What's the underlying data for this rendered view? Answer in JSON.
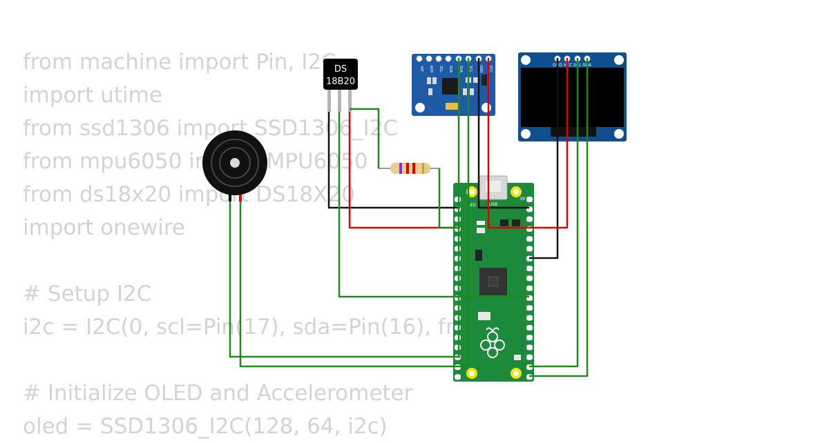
{
  "code_lines": [
    "from machine import Pin, I2C",
    "import utime",
    "from ssd1306 import SSD1306_I2C",
    "from mpu6050 import MPU6050",
    "from ds18x20 import DS18X20",
    "import onewire",
    "",
    "# Setup I2C",
    "i2c = I2C(0, scl=Pin(17), sda=Pin(16), freq=",
    "",
    "# Initialize OLED and Accelerometer",
    "oled = SSD1306_I2C(128, 64, i2c)"
  ],
  "components": {
    "ds18b20": {
      "line1": "DS",
      "line2": "18B20"
    },
    "mpu6050": {
      "pins": [
        "INT",
        "AD0",
        "XCL",
        "XDA",
        "SDA",
        "SCL",
        "GND",
        "VCC"
      ]
    },
    "oled": {
      "pins": [
        "GND",
        "VCC",
        "SCL",
        "SDA"
      ],
      "pin_label": "GND VCC SCL SDA"
    },
    "pico": {
      "usb_label": "USB",
      "led_label": "LED",
      "pin_label": "39"
    }
  },
  "colors": {
    "wire_green": "#1a8a1a",
    "wire_red": "#e00000",
    "wire_black": "#111111",
    "pcb_blue": "#1f5aa6",
    "oled_blue": "#0f4f8f",
    "pico_green": "#1c8a3a",
    "code_gray": "#d4d4d4"
  }
}
